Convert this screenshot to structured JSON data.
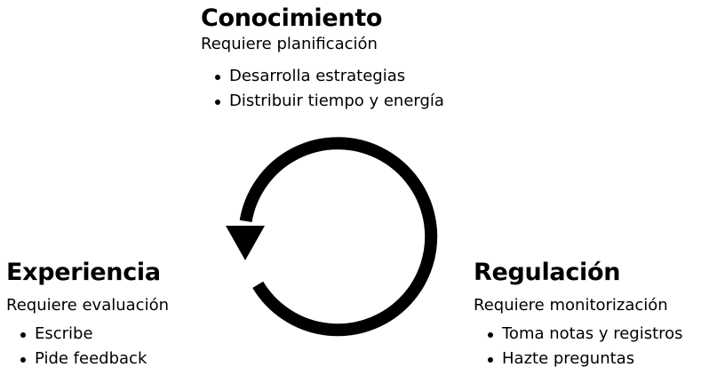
{
  "colors": {
    "text": "#000000",
    "arrow": "#000000",
    "background": "#ffffff"
  },
  "icons": {
    "cycle": "cycle-arrow-icon"
  },
  "conocimiento": {
    "title": "Conocimiento",
    "subtitle": "Requiere planificación",
    "items": [
      "Desarrolla estrategias",
      "Distribuir tiempo y energía"
    ]
  },
  "experiencia": {
    "title": "Experiencia",
    "subtitle": "Requiere evaluación",
    "items": [
      "Escribe",
      "Pide feedback"
    ]
  },
  "regulacion": {
    "title": "Regulación",
    "subtitle": "Requiere monitorización",
    "items": [
      "Toma notas y registros",
      "Hazte preguntas"
    ]
  }
}
